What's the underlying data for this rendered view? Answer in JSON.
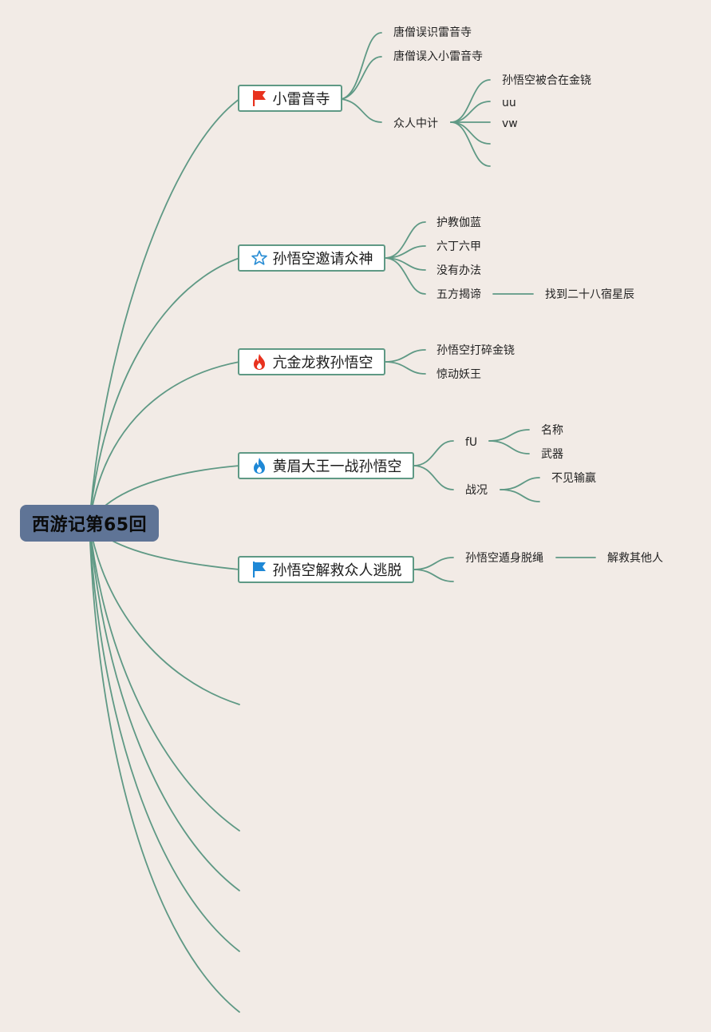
{
  "root": {
    "title": "西游记第65回"
  },
  "branches": [
    {
      "label": "小雷音寺",
      "icon": "red-flag-icon",
      "children": [
        {
          "label": "唐僧误识雷音寺"
        },
        {
          "label": "唐僧误入小雷音寺"
        },
        {
          "label": "众人中计",
          "children": [
            "孙悟空被合在金铙",
            "uu",
            "vw",
            "",
            ""
          ]
        }
      ]
    },
    {
      "label": "孙悟空邀请众神",
      "icon": "star-icon",
      "children": [
        {
          "label": "护教伽蓝"
        },
        {
          "label": "六丁六甲"
        },
        {
          "label": "没有办法"
        },
        {
          "label": "五方揭谛",
          "children": [
            "找到二十八宿星辰"
          ]
        }
      ]
    },
    {
      "label": "亢金龙救孙悟空",
      "icon": "fire-icon",
      "children": [
        {
          "label": "孙悟空打碎金铙"
        },
        {
          "label": "惊动妖王"
        }
      ]
    },
    {
      "label": "黄眉大王一战孙悟空",
      "icon": "flame-blue-icon",
      "children": [
        {
          "label": "fU",
          "children": [
            "名称",
            "武器"
          ]
        },
        {
          "label": "战况",
          "children": [
            "不见输赢",
            ""
          ]
        }
      ]
    },
    {
      "label": "孙悟空解救众人逃脱",
      "icon": "blue-flag-icon",
      "children": [
        {
          "label": "孙悟空遁身脱绳",
          "children": [
            "解救其他人"
          ]
        },
        {
          "label": ""
        }
      ]
    },
    {
      "label": ""
    },
    {
      "label": ""
    },
    {
      "label": ""
    },
    {
      "label": ""
    },
    {
      "label": ""
    }
  ],
  "colors": {
    "background": "#f2ebe6",
    "root_fill": "#5f7496",
    "connector": "#5f9985",
    "flag_red": "#e8321e",
    "flag_blue": "#1e88d6",
    "star": "#2d8fd5",
    "fire_red": "#e8321e",
    "flame_blue": "#1e88d6"
  }
}
